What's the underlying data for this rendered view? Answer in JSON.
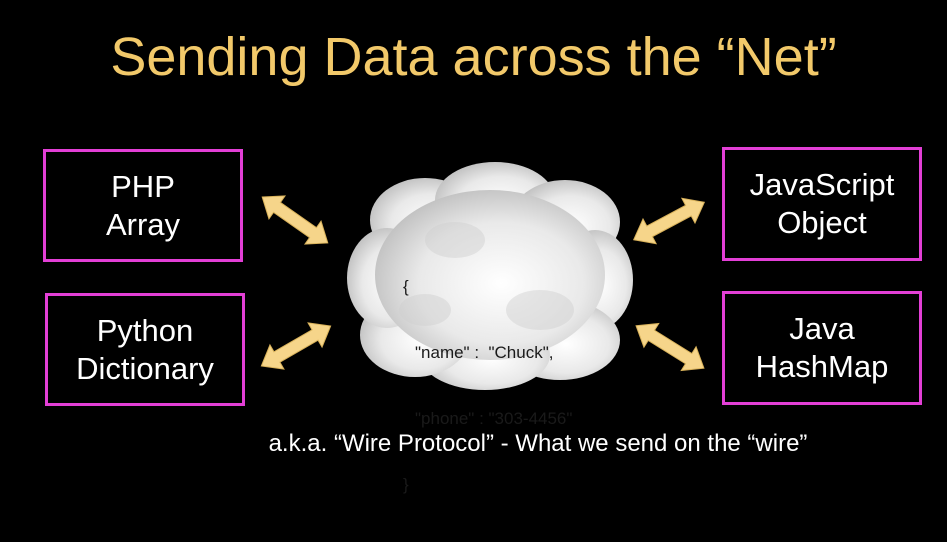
{
  "title": "Sending Data across the “Net”",
  "boxes": {
    "php": {
      "line1": "PHP",
      "line2": "Array"
    },
    "python": {
      "line1": "Python",
      "line2": "Dictionary"
    },
    "js": {
      "line1": "JavaScript",
      "line2": "Object"
    },
    "java": {
      "line1": "Java",
      "line2": "HashMap"
    }
  },
  "json_sample": {
    "open": "{",
    "line1": "\"name\" :  \"Chuck\",",
    "line2": "\"phone\" : \"303-4456\"",
    "close": "}"
  },
  "caption": "a.k.a.  “Wire Protocol” - What we send on the “wire”",
  "colors": {
    "title": "#f2c96a",
    "box_border": "#e33fd6",
    "arrow_fill": "#f6d58a",
    "background": "#000000"
  }
}
